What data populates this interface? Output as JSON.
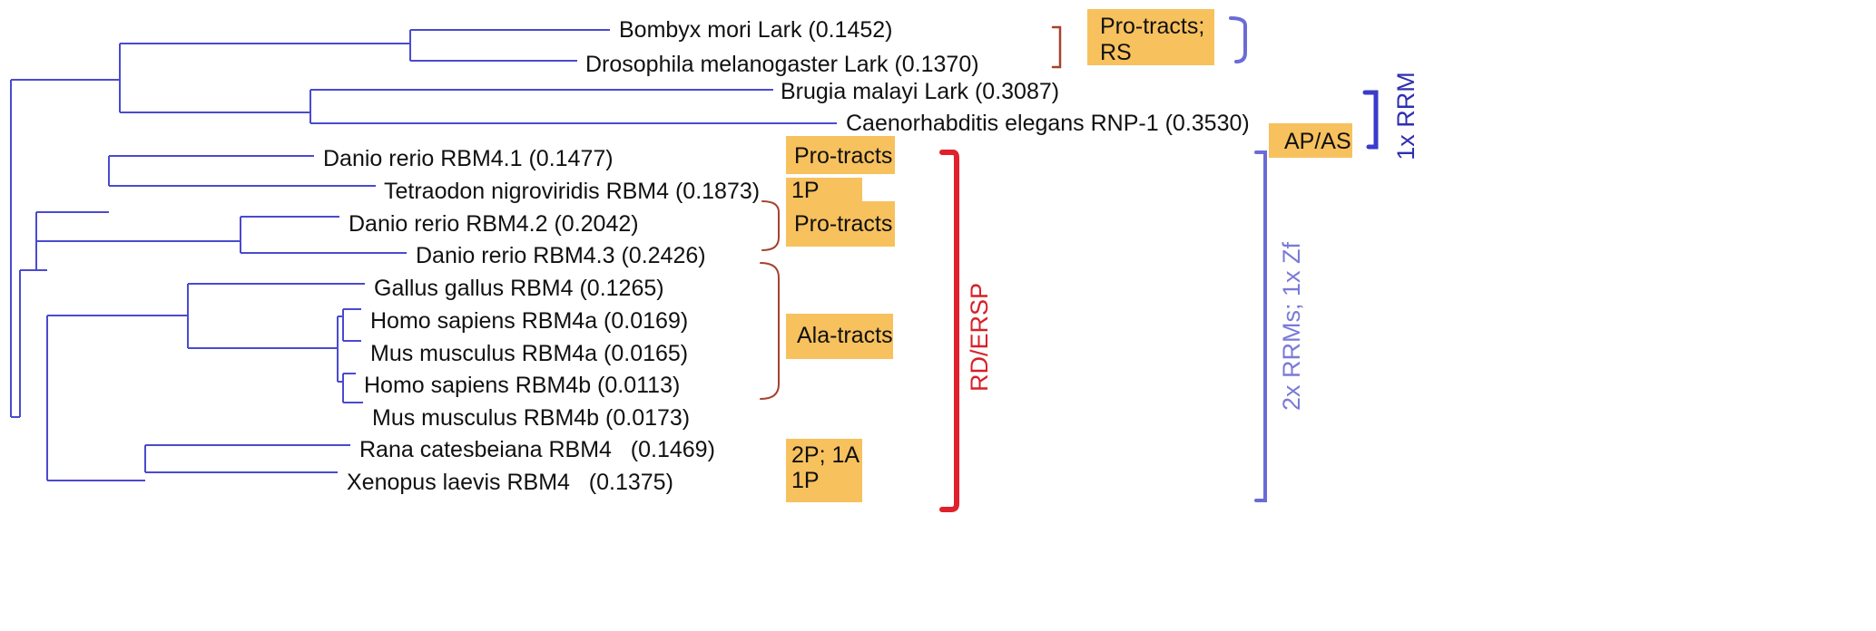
{
  "colors": {
    "branch": "#4a4ad0",
    "box_fill": "#f7c15e",
    "bracket_brown": "#a6422e",
    "bracket_red": "#e0202a",
    "bracket_blue_dark": "#3a3acb",
    "bracket_blue_light": "#6b6bd8",
    "label_red": "#d82028",
    "label_blue_dark": "#2e2eb0",
    "label_blue_light": "#7a7ad8"
  },
  "leaves": [
    {
      "id": "bombyx",
      "label": "Bombyx mori Lark (0.1452)"
    },
    {
      "id": "drosophila",
      "label": "Drosophila melanogaster Lark (0.1370)"
    },
    {
      "id": "brugia",
      "label": "Brugia malayi Lark (0.3087)"
    },
    {
      "id": "caenorhabditis",
      "label": "Caenorhabditis elegans RNP-1 (0.3530)"
    },
    {
      "id": "danio41",
      "label": "Danio rerio RBM4.1 (0.1477)"
    },
    {
      "id": "tetraodon",
      "label": "Tetraodon nigroviridis RBM4 (0.1873)"
    },
    {
      "id": "danio42",
      "label": "Danio rerio RBM4.2 (0.2042)"
    },
    {
      "id": "danio43",
      "label": "Danio rerio RBM4.3 (0.2426)"
    },
    {
      "id": "gallus",
      "label": "Gallus gallus RBM4 (0.1265)"
    },
    {
      "id": "homo4a",
      "label": "Homo sapiens RBM4a (0.0169)"
    },
    {
      "id": "mus4a",
      "label": "Mus musculus RBM4a (0.0165)"
    },
    {
      "id": "homo4b",
      "label": "Homo sapiens RBM4b (0.0113)"
    },
    {
      "id": "mus4b",
      "label": "Mus musculus RBM4b (0.0173)"
    },
    {
      "id": "rana",
      "label": "Rana catesbeiana RBM4   (0.1469)"
    },
    {
      "id": "xenopus",
      "label": "Xenopus laevis RBM4   (0.1375)"
    }
  ],
  "annotations": {
    "pro_tracts_rs": [
      "Pro-tracts;",
      "RS"
    ],
    "ap_as": "AP/AS",
    "pro_tracts_1": "Pro-tracts",
    "one_p_a": "1P",
    "pro_tracts_2": "Pro-tracts",
    "ala_tracts": "Ala-tracts",
    "two_p_one_a": "2P; 1A",
    "one_p_b": "1P"
  },
  "group_labels": {
    "rd_ersp": "RD/ERSP",
    "one_rrm": "1x RRM",
    "two_rrms": "2x RRMs; 1x Zf"
  }
}
